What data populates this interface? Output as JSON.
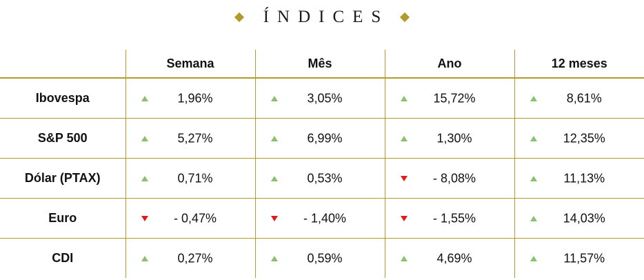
{
  "title": "ÍNDICES",
  "colors": {
    "gold": "#b39a2b",
    "up": "#8ac26b",
    "down": "#e01b1b"
  },
  "headers": [
    "Semana",
    "Mês",
    "Ano",
    "12 meses"
  ],
  "rows": [
    {
      "label": "Ibovespa",
      "cells": [
        {
          "value": "1,96%",
          "dir": "up"
        },
        {
          "value": "3,05%",
          "dir": "up"
        },
        {
          "value": "15,72%",
          "dir": "up"
        },
        {
          "value": "8,61%",
          "dir": "up"
        }
      ]
    },
    {
      "label": "S&P 500",
      "cells": [
        {
          "value": "5,27%",
          "dir": "up"
        },
        {
          "value": "6,99%",
          "dir": "up"
        },
        {
          "value": "1,30%",
          "dir": "up"
        },
        {
          "value": "12,35%",
          "dir": "up"
        }
      ]
    },
    {
      "label": "Dólar (PTAX)",
      "cells": [
        {
          "value": "0,71%",
          "dir": "up"
        },
        {
          "value": "0,53%",
          "dir": "up"
        },
        {
          "value": "- 8,08%",
          "dir": "down"
        },
        {
          "value": "11,13%",
          "dir": "up"
        }
      ]
    },
    {
      "label": "Euro",
      "cells": [
        {
          "value": "- 0,47%",
          "dir": "down"
        },
        {
          "value": "- 1,40%",
          "dir": "down"
        },
        {
          "value": "- 1,55%",
          "dir": "down"
        },
        {
          "value": "14,03%",
          "dir": "up"
        }
      ]
    },
    {
      "label": "CDI",
      "cells": [
        {
          "value": "0,27%",
          "dir": "up"
        },
        {
          "value": "0,59%",
          "dir": "up"
        },
        {
          "value": "4,69%",
          "dir": "up"
        },
        {
          "value": "11,57%",
          "dir": "up"
        }
      ]
    }
  ]
}
